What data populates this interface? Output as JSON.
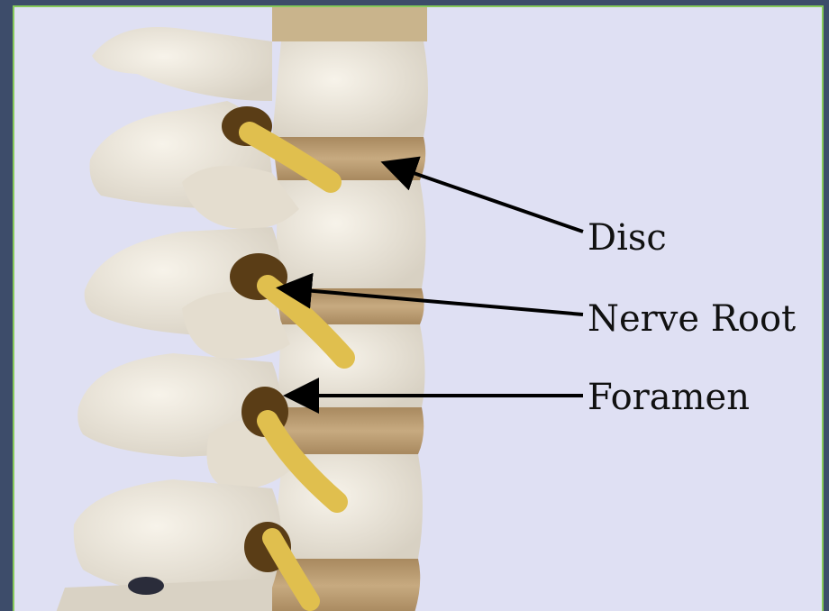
{
  "diagram": {
    "labels": {
      "disc": "Disc",
      "nerve_root": "Nerve Root",
      "foramen": "Foramen"
    },
    "colors": {
      "background": "#dfe0f3",
      "border": "#86c95a",
      "bone": "#ece7dc",
      "disc": "#b89a72",
      "nerve": "#e0bf4e",
      "arrow": "#000000"
    }
  }
}
